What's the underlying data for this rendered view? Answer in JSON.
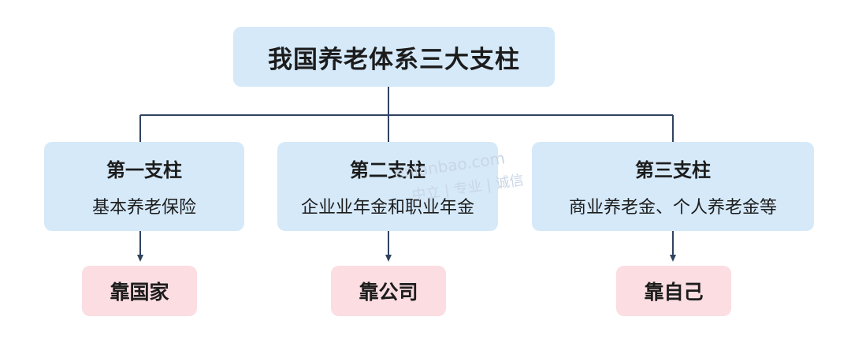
{
  "root": {
    "title": "我国养老体系三大支柱"
  },
  "pillars": [
    {
      "title": "第一支柱",
      "description": "基本养老保险",
      "rely_on": "靠国家"
    },
    {
      "title": "第二支柱",
      "description": "企业业年金和职业年金",
      "rely_on": "靠公司"
    },
    {
      "title": "第三支柱",
      "description": "商业养老金、个人养老金等",
      "rely_on": "靠自己"
    }
  ],
  "watermark": {
    "domain": "enlanbao.com",
    "tagline": "中立 | 专业 | 诚信"
  },
  "colors": {
    "box_blue": "#d5e9f9",
    "box_pink": "#fbdde2",
    "line": "#2f4360"
  }
}
